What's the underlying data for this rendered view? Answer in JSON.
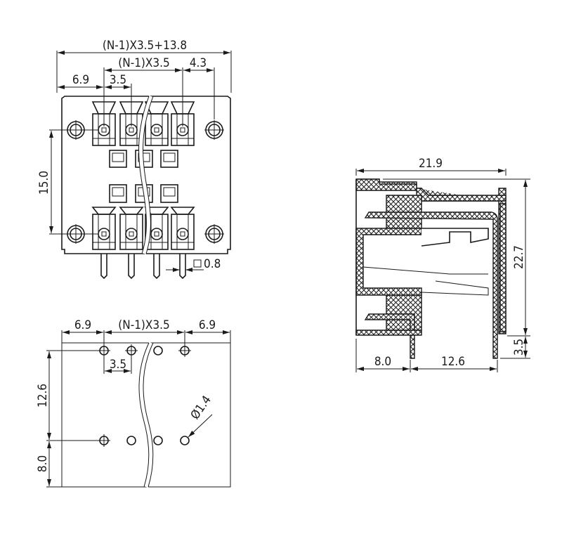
{
  "front_view": {
    "dim_total": "(N-1)X3.5+13.8",
    "dim_pitch_span": "(N-1)X3.5",
    "dim_right_offset": "4.3",
    "dim_left_offset": "6.9",
    "dim_pitch": "3.5",
    "dim_row_spacing": "15.0",
    "dim_pin_size": "0.8"
  },
  "side_view": {
    "dim_depth": "21.9",
    "dim_height": "22.7",
    "dim_pin_length": "3.5",
    "dim_front_to_pin": "8.0",
    "dim_pin_to_pin": "12.6"
  },
  "pcb_view": {
    "dim_left": "6.9",
    "dim_pitch_span": "(N-1)X3.5",
    "dim_right": "6.9",
    "dim_pitch": "3.5",
    "dim_row_spacing": "12.6",
    "dim_bottom": "8.0",
    "dim_hole_dia": "Ø1.4"
  }
}
